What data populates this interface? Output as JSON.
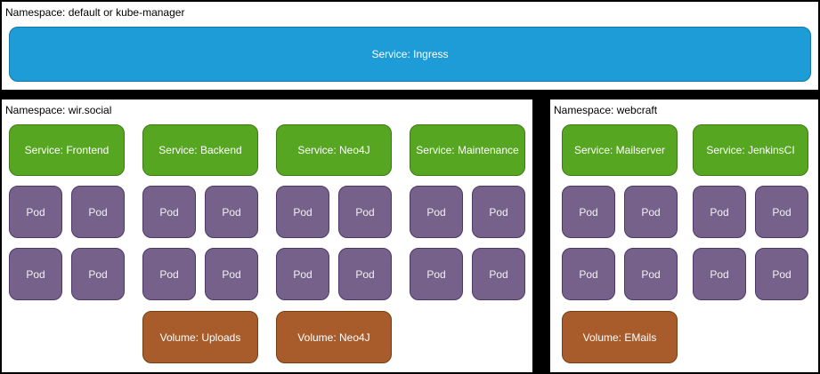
{
  "colors": {
    "background": "#000000",
    "panel_background": "#FFFFFF",
    "ingress_blue": "#1E9CD7",
    "ingress_blue_border": "#1378A8",
    "service_green": "#56A621",
    "service_green_border": "#3D7A13",
    "pod_purple": "#76618B",
    "pod_purple_border": "#4B3869",
    "volume_brown": "#A85C2B",
    "volume_brown_border": "#784012",
    "namespace_text": "#000000",
    "node_label_text": "#FFFFFF"
  },
  "panels": {
    "top": {
      "namespace_label": "Namespace: default or kube-manager",
      "service_label": "Service: Ingress"
    },
    "wir_social": {
      "namespace_label": "Namespace: wir.social",
      "columns": [
        {
          "service": "Service: Frontend",
          "pods": [
            "Pod",
            "Pod",
            "Pod",
            "Pod"
          ]
        },
        {
          "service": "Service: Backend",
          "pods": [
            "Pod",
            "Pod",
            "Pod",
            "Pod"
          ],
          "volume": "Volume: Uploads"
        },
        {
          "service": "Service: Neo4J",
          "pods": [
            "Pod",
            "Pod",
            "Pod",
            "Pod"
          ],
          "volume": "Volume: Neo4J"
        },
        {
          "service": "Service: Maintenance",
          "pods": [
            "Pod",
            "Pod",
            "Pod",
            "Pod"
          ]
        }
      ]
    },
    "webcraft": {
      "namespace_label": "Namespace: webcraft",
      "columns": [
        {
          "service": "Service: Mailserver",
          "pods": [
            "Pod",
            "Pod",
            "Pod",
            "Pod"
          ],
          "volume": "Volume: EMails"
        },
        {
          "service": "Service: JenkinsCI",
          "pods": [
            "Pod",
            "Pod",
            "Pod",
            "Pod"
          ]
        }
      ]
    }
  }
}
